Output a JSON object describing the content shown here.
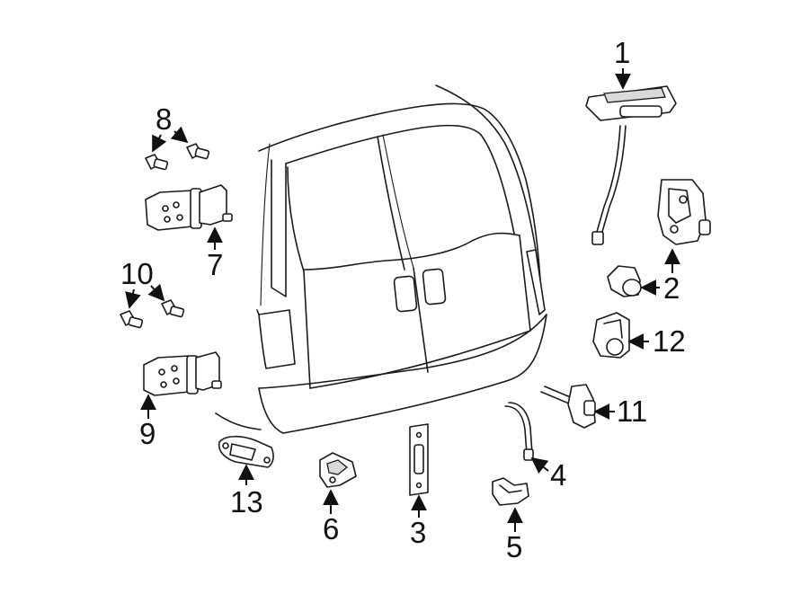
{
  "diagram": {
    "callouts": [
      {
        "id": "1",
        "label": "1"
      },
      {
        "id": "2",
        "label": "2"
      },
      {
        "id": "3",
        "label": "3"
      },
      {
        "id": "4",
        "label": "4"
      },
      {
        "id": "5",
        "label": "5"
      },
      {
        "id": "6",
        "label": "6"
      },
      {
        "id": "7",
        "label": "7"
      },
      {
        "id": "8",
        "label": "8"
      },
      {
        "id": "9",
        "label": "9"
      },
      {
        "id": "10",
        "label": "10"
      },
      {
        "id": "11",
        "label": "11"
      },
      {
        "id": "12",
        "label": "12"
      },
      {
        "id": "13",
        "label": "13"
      }
    ],
    "colors": {
      "line": "#1a1a1a",
      "background": "#ffffff",
      "shade": "#d9d9d9"
    }
  }
}
